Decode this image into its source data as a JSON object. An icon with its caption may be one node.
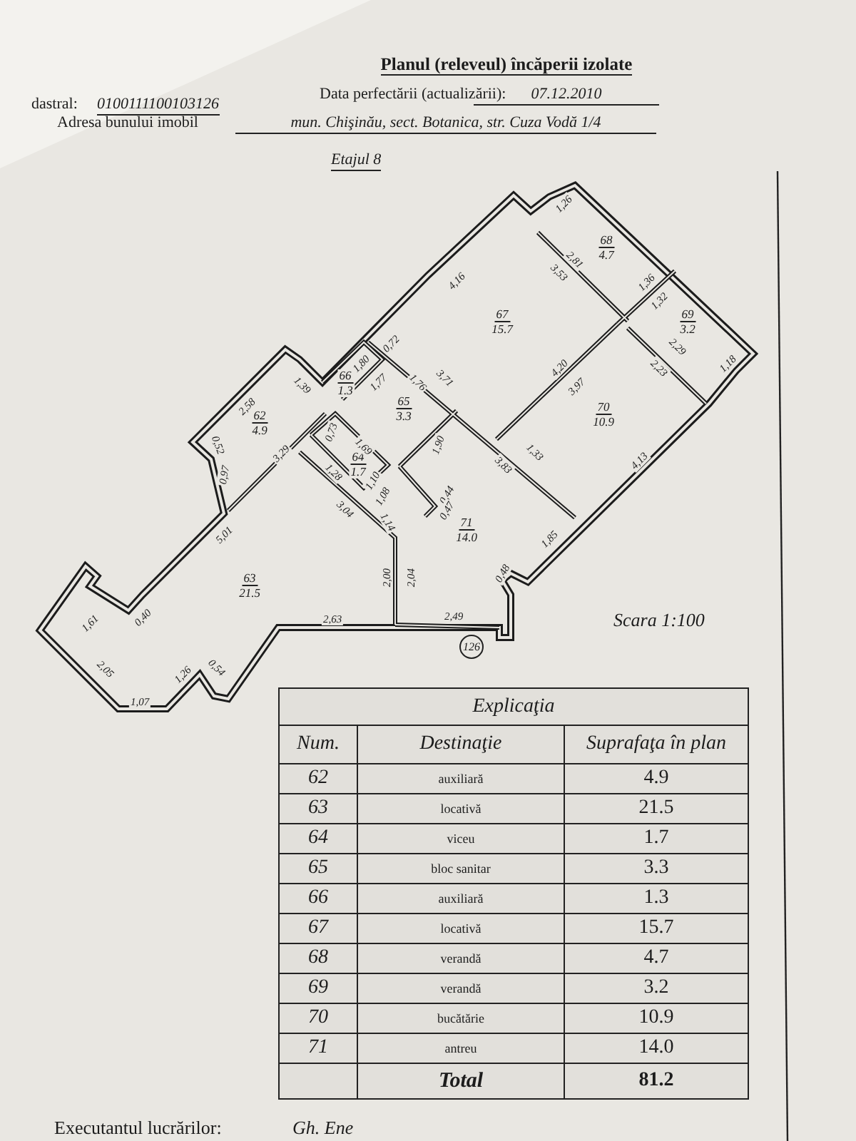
{
  "diagram": {
    "title": "Planul (releveul) încăperii izolate",
    "nodes": [
      {
        "text": [
          "126"
        ]
      }
    ],
    "edges": [],
    "labels": [
      "Data perfectării (actualizării):",
      "07.12.2010",
      "dastral:",
      "0100111100103126",
      "Adresa bunului imobil",
      "mun. Chişinău, sect. Botanica, str. Cuza Vodă 1/4",
      "Etajul 8",
      "62",
      "4.9",
      "63",
      "21.5",
      "64",
      "1.7",
      "65",
      "3.3",
      "66",
      "1.3",
      "67",
      "15.7",
      "68",
      "4.7",
      "69",
      "3.2",
      "70",
      "10.9",
      "71",
      "14.0",
      "1,26",
      "2,81",
      "3,53",
      "4,16",
      "1,36",
      "1,32",
      "2,29",
      "0,72",
      "1,80",
      "2,58",
      "1,18",
      "2,23",
      "4,20",
      "1,76",
      "3,71",
      "1,77",
      "1,39",
      "3,97",
      "0,73",
      "1,69",
      "0,52",
      "1,90",
      "3,29",
      "1,33",
      "1,28",
      "4,13",
      "3,83",
      "0,97",
      "1,10",
      "1,08",
      "0,44",
      "3,04",
      "0,47",
      "1,14",
      "5,01",
      "1,85",
      "0,48",
      "2,00",
      "2,04",
      "2,49",
      "2,63",
      "0,40",
      "1,61",
      "0,54",
      "1,26",
      "2,05",
      "1,07",
      "Scara 1:100",
      "Explicaţia",
      "Num.",
      "Destinaţie",
      "Suprafaţa în plan",
      "62",
      "auxiliară",
      "4.9",
      "63",
      "locativă",
      "21.5",
      "64",
      "viceu",
      "1.7",
      "65",
      "bloc sanitar",
      "3.3",
      "66",
      "auxiliară",
      "1.3",
      "67",
      "locativă",
      "15.7",
      "68",
      "verandă",
      "4.7",
      "69",
      "verandă",
      "3.2",
      "70",
      "bucătărie",
      "10.9",
      "71",
      "antreu",
      "14.0",
      "Total",
      "81.2",
      "Executantul lucrărilor:",
      "Gh. Ene"
    ]
  }
}
